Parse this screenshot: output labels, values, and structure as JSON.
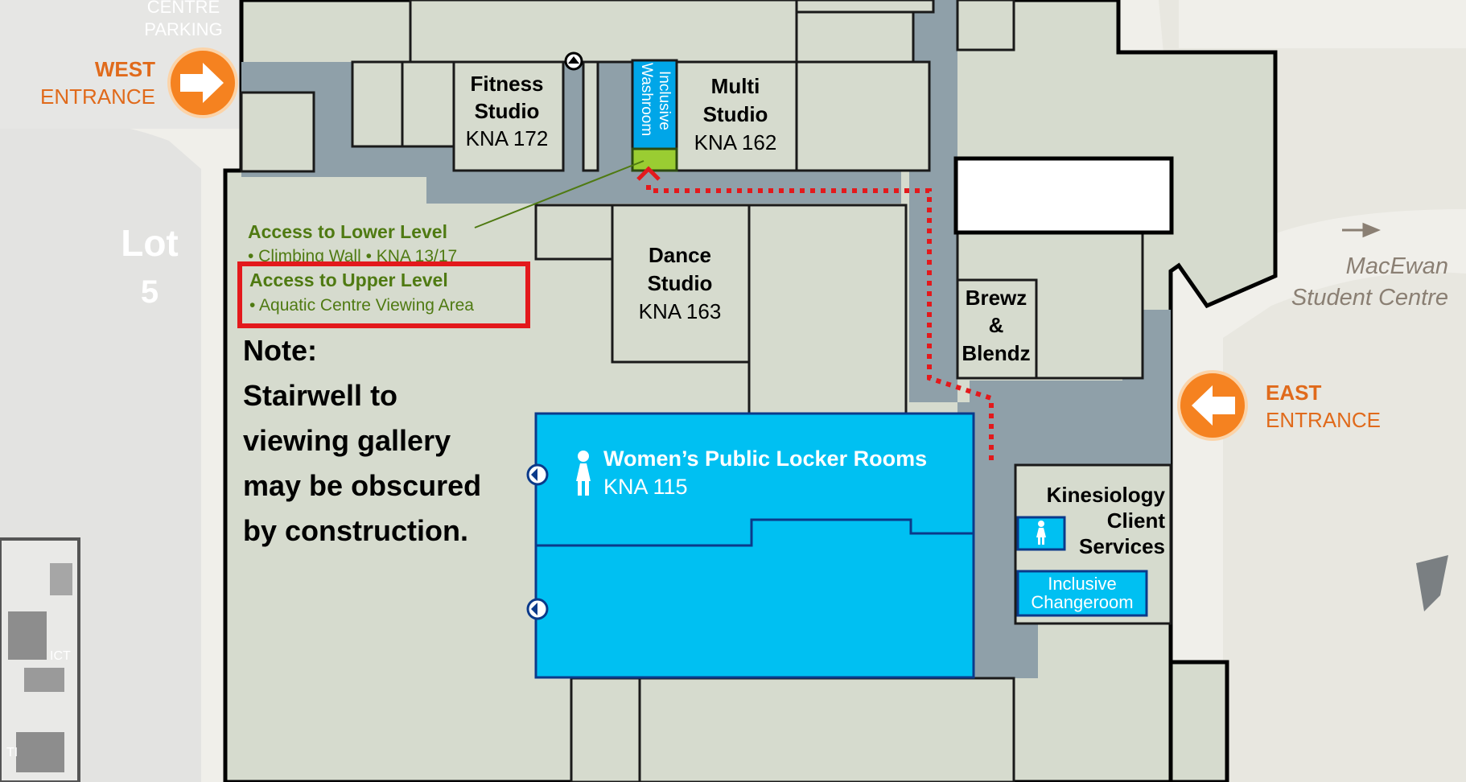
{
  "parking": {
    "line1": "CENTRE",
    "line2": "PARKING",
    "lot": "Lot",
    "lot_number": "5"
  },
  "west_entrance": {
    "line1": "WEST",
    "line2": "ENTRANCE"
  },
  "east_entrance": {
    "line1": "EAST",
    "line2": "ENTRANCE"
  },
  "macewan": {
    "line1": "MacEwan",
    "line2": "Student Centre"
  },
  "rooms": {
    "fitness": {
      "line1": "Fitness",
      "line2": "Studio",
      "code": "KNA 172"
    },
    "multi": {
      "line1": "Multi",
      "line2": "Studio",
      "code": "KNA 162"
    },
    "dance": {
      "line1": "Dance",
      "line2": "Studio",
      "code": "KNA 163"
    },
    "inclusive_washroom": {
      "line1": "Inclusive",
      "line2": "Washroom"
    },
    "brewz": {
      "line1": "Brewz",
      "line2": "&",
      "line3": "Blendz"
    },
    "kinesiology": {
      "line1": "Kinesiology",
      "line2": "Client",
      "line3": "Services"
    },
    "inclusive_changeroom": {
      "line1": "Inclusive",
      "line2": "Changeroom"
    },
    "womens_locker": {
      "name": "Women’s Public Locker Rooms",
      "code": "KNA 115"
    }
  },
  "access": {
    "lower_title": "Access to Lower Level",
    "lower_items": "• Climbing Wall • KNA 13/17",
    "upper_title": "Access to Upper Level",
    "upper_items": "• Aquatic Centre Viewing Area"
  },
  "note": {
    "heading": "Note:",
    "lines": [
      "Stairwell to",
      "viewing gallery",
      "may be obscured",
      "by construction."
    ]
  },
  "inset_labels": {
    "ict": "ICT",
    "ti": "TI"
  },
  "colors": {
    "background": "#f0efea",
    "floor": "#d6dbce",
    "corridor": "#8fa0a9",
    "locker_room": "#00c0f2",
    "access_text": "#4f7a12",
    "entrance": "#f58220",
    "route": "#e3191c",
    "highlight_box": "#e3191c",
    "elevator_green": "#9acd32"
  }
}
